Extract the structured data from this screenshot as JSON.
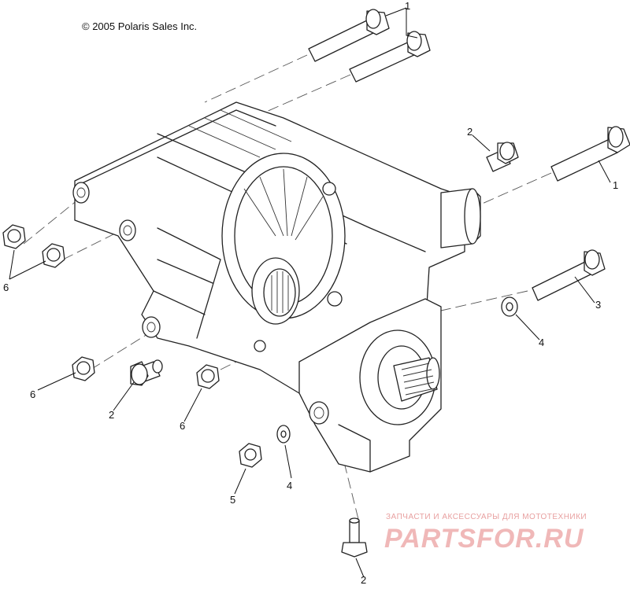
{
  "copyright": "© 2005 Polaris Sales Inc.",
  "callouts": {
    "c1a": "1",
    "c1b": "1",
    "c2a": "2",
    "c2b": "2",
    "c2c": "2",
    "c3": "3",
    "c4a": "4",
    "c4b": "4",
    "c5": "5",
    "c6a": "6",
    "c6b": "6",
    "c6c": "6"
  },
  "watermark": {
    "tagline": "ЗАПЧАСТИ И АКСЕССУАРЫ ДЛЯ МОТОТЕХНИКИ",
    "brand": "PARTSFOR.RU"
  },
  "colors": {
    "ink": "#222222",
    "watermark": "#f0b8b8"
  }
}
